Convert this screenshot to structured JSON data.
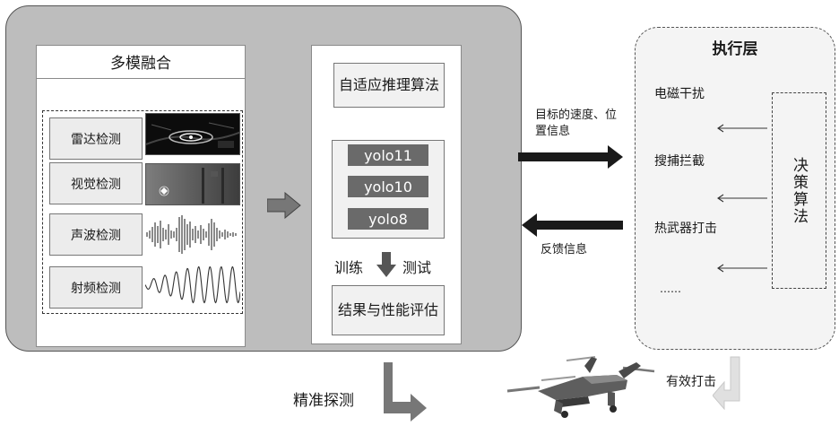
{
  "fusion": {
    "title": "多模融合",
    "sensors": [
      {
        "label": "雷达检测",
        "image": "radar-scan"
      },
      {
        "label": "视觉检测",
        "image": "visual-frame"
      },
      {
        "label": "声波检测",
        "image": "acoustic-waveform"
      },
      {
        "label": "射频检测",
        "image": "rf-sine-wave"
      }
    ]
  },
  "algorithm": {
    "title": "自适应推理算法",
    "models": [
      "yolo11",
      "yolo10",
      "yolo8"
    ],
    "train_label": "训练",
    "test_label": "测试",
    "result_label": "结果与性能评估"
  },
  "links": {
    "to_exec_label": "目标的速度、位置信息",
    "feedback_label": "反馈信息",
    "precise_detection_label": "精准探测",
    "effective_strike_label": "有效打击"
  },
  "execution": {
    "title": "执行层",
    "actions": [
      "电磁干扰",
      "搜捕拦截",
      "热武器打击",
      "……"
    ],
    "decision_label": "决策算法"
  },
  "colors": {
    "main_panel": "#bdbdbd",
    "model_pill": "#6a6a6a",
    "arrow_dark": "#1a1a1a",
    "arrow_gray": "#777777",
    "hollow_arrow": "#d9d9d9"
  },
  "icons": [
    "drone-image"
  ]
}
